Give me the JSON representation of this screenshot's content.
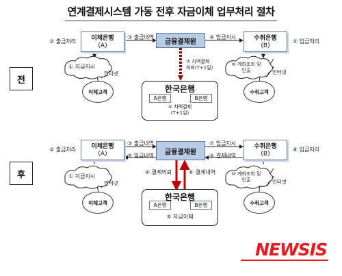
{
  "title": "연계결제시스템 가동 전후 자금이체 업무처리 절차",
  "before": {
    "tag": "전",
    "payer_bank": {
      "name": "이체은행",
      "sub": "(A)"
    },
    "payee_bank": {
      "name": "수취은행",
      "sub": "(B)"
    },
    "center": "금융결제원",
    "bok": {
      "title": "한국은행",
      "a": "A은행",
      "b": "B은행",
      "note1": "④ 차액결제",
      "note2": "(T+1일)"
    },
    "payer_customer": "이체고객",
    "payee_customer": "수취고객",
    "step1": "① 지급지시",
    "step2": "② 출금처리",
    "step3": "③ 출금내역",
    "step4": "④ 입금지시",
    "step5": "⑤ 입금처리",
    "step6": "⑥ 계좌조회 및 인출",
    "step7_line1": "⑦ 차액결제",
    "step7_line2": "의뢰(T+1일)",
    "internet": "인터넷"
  },
  "after": {
    "tag": "후",
    "payer_bank": {
      "name": "이체은행",
      "sub": "(A)"
    },
    "payee_bank": {
      "name": "수취은행",
      "sub": "(B)"
    },
    "center": "금융결제원",
    "bok": {
      "title": "한국은행",
      "a": "A은행",
      "b": "B은행",
      "note": "⑤ 자금이체"
    },
    "payer_customer": "이체고객",
    "payee_customer": "수취고객",
    "step1": "① 지급지시",
    "step2": "② 출금처리",
    "step3": "③ 출금내역",
    "step4": "④ 결제의뢰",
    "step6": "⑥ 결제내역",
    "step7": "⑦ 입금지시",
    "step8": "⑧ 입금처리",
    "step9": "⑨ 입금내역",
    "step10": "⑩ 계좌조회 및 인출",
    "internet": "인터넷"
  },
  "logo": "NEWSIS",
  "colors": {
    "box_fill": "#b8cce4",
    "box_border": "#5a79a6",
    "arrow_red": "#c00000",
    "logo": "#e41b1f"
  }
}
